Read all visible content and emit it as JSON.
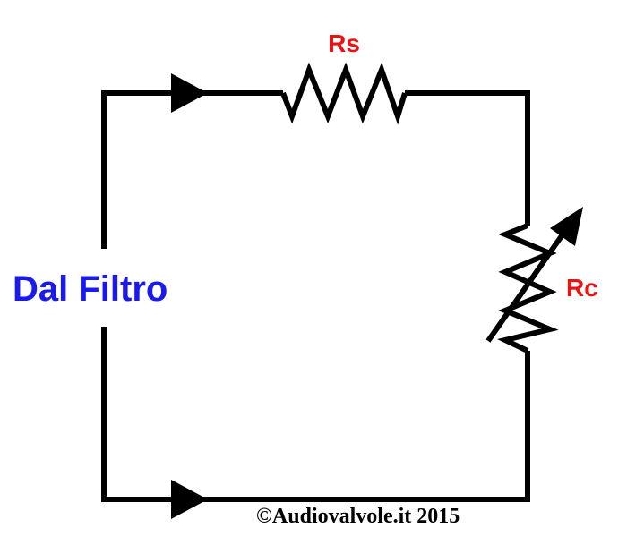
{
  "labels": {
    "rs": "Rs",
    "rc": "Rc",
    "source": "Dal Filtro",
    "copyright": "©Audiovalvole.it 2015"
  },
  "colors": {
    "wire": "#000000",
    "component_label": "#ee1111",
    "source_label": "#1a1aee",
    "copyright": "#000000"
  },
  "icons": {
    "top_arrow": "arrow-right-icon",
    "bottom_arrow": "arrow-right-icon",
    "variable_arrow": "variable-resistor-arrow-icon"
  }
}
